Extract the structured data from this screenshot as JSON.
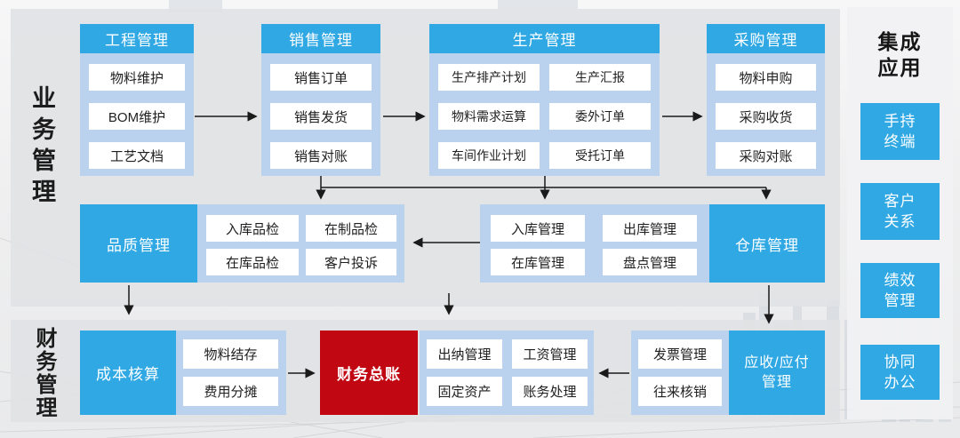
{
  "sections": {
    "business_label": "业务管理",
    "finance_label": "财务管理"
  },
  "top_columns": [
    {
      "title": "工程管理",
      "items": [
        "物料维护",
        "BOM维护",
        "工艺文档"
      ]
    },
    {
      "title": "销售管理",
      "items": [
        "销售订单",
        "销售发货",
        "销售对账"
      ]
    },
    {
      "title": "生产管理",
      "items": [
        "生产排产计划",
        "生产汇报",
        "物料需求运算",
        "委外订单",
        "车间作业计划",
        "受托订单"
      ]
    },
    {
      "title": "采购管理",
      "items": [
        "物料申购",
        "采购收货",
        "采购对账"
      ]
    }
  ],
  "middle_row": {
    "quality_title": "品质管理",
    "quality_items": [
      "入库品检",
      "在制品检",
      "在库品检",
      "客户投诉"
    ],
    "warehouse_items": [
      "入库管理",
      "出库管理",
      "在库管理",
      "盘点管理"
    ],
    "warehouse_title": "仓库管理"
  },
  "finance_row": {
    "cost_title": "成本核算",
    "cost_items": [
      "物料结存",
      "费用分摊"
    ],
    "ledger_title": "财务总账",
    "ledger_items": [
      "出纳管理",
      "工资管理",
      "固定资产",
      "账务处理"
    ],
    "invoice_items": [
      "发票管理",
      "往来核销"
    ],
    "receivable_title": "应收/应付\n管理"
  },
  "integration_panel": {
    "title": "集成\n应用",
    "apps": [
      "手持\n终端",
      "客户\n关系",
      "绩效\n管理",
      "协同\n办公"
    ]
  },
  "colors": {
    "accent_blue": "#2FA8E4",
    "light_blue": "#BAD2ED",
    "ledger_red": "#C00712",
    "arrow_black": "#1A1A1A"
  }
}
